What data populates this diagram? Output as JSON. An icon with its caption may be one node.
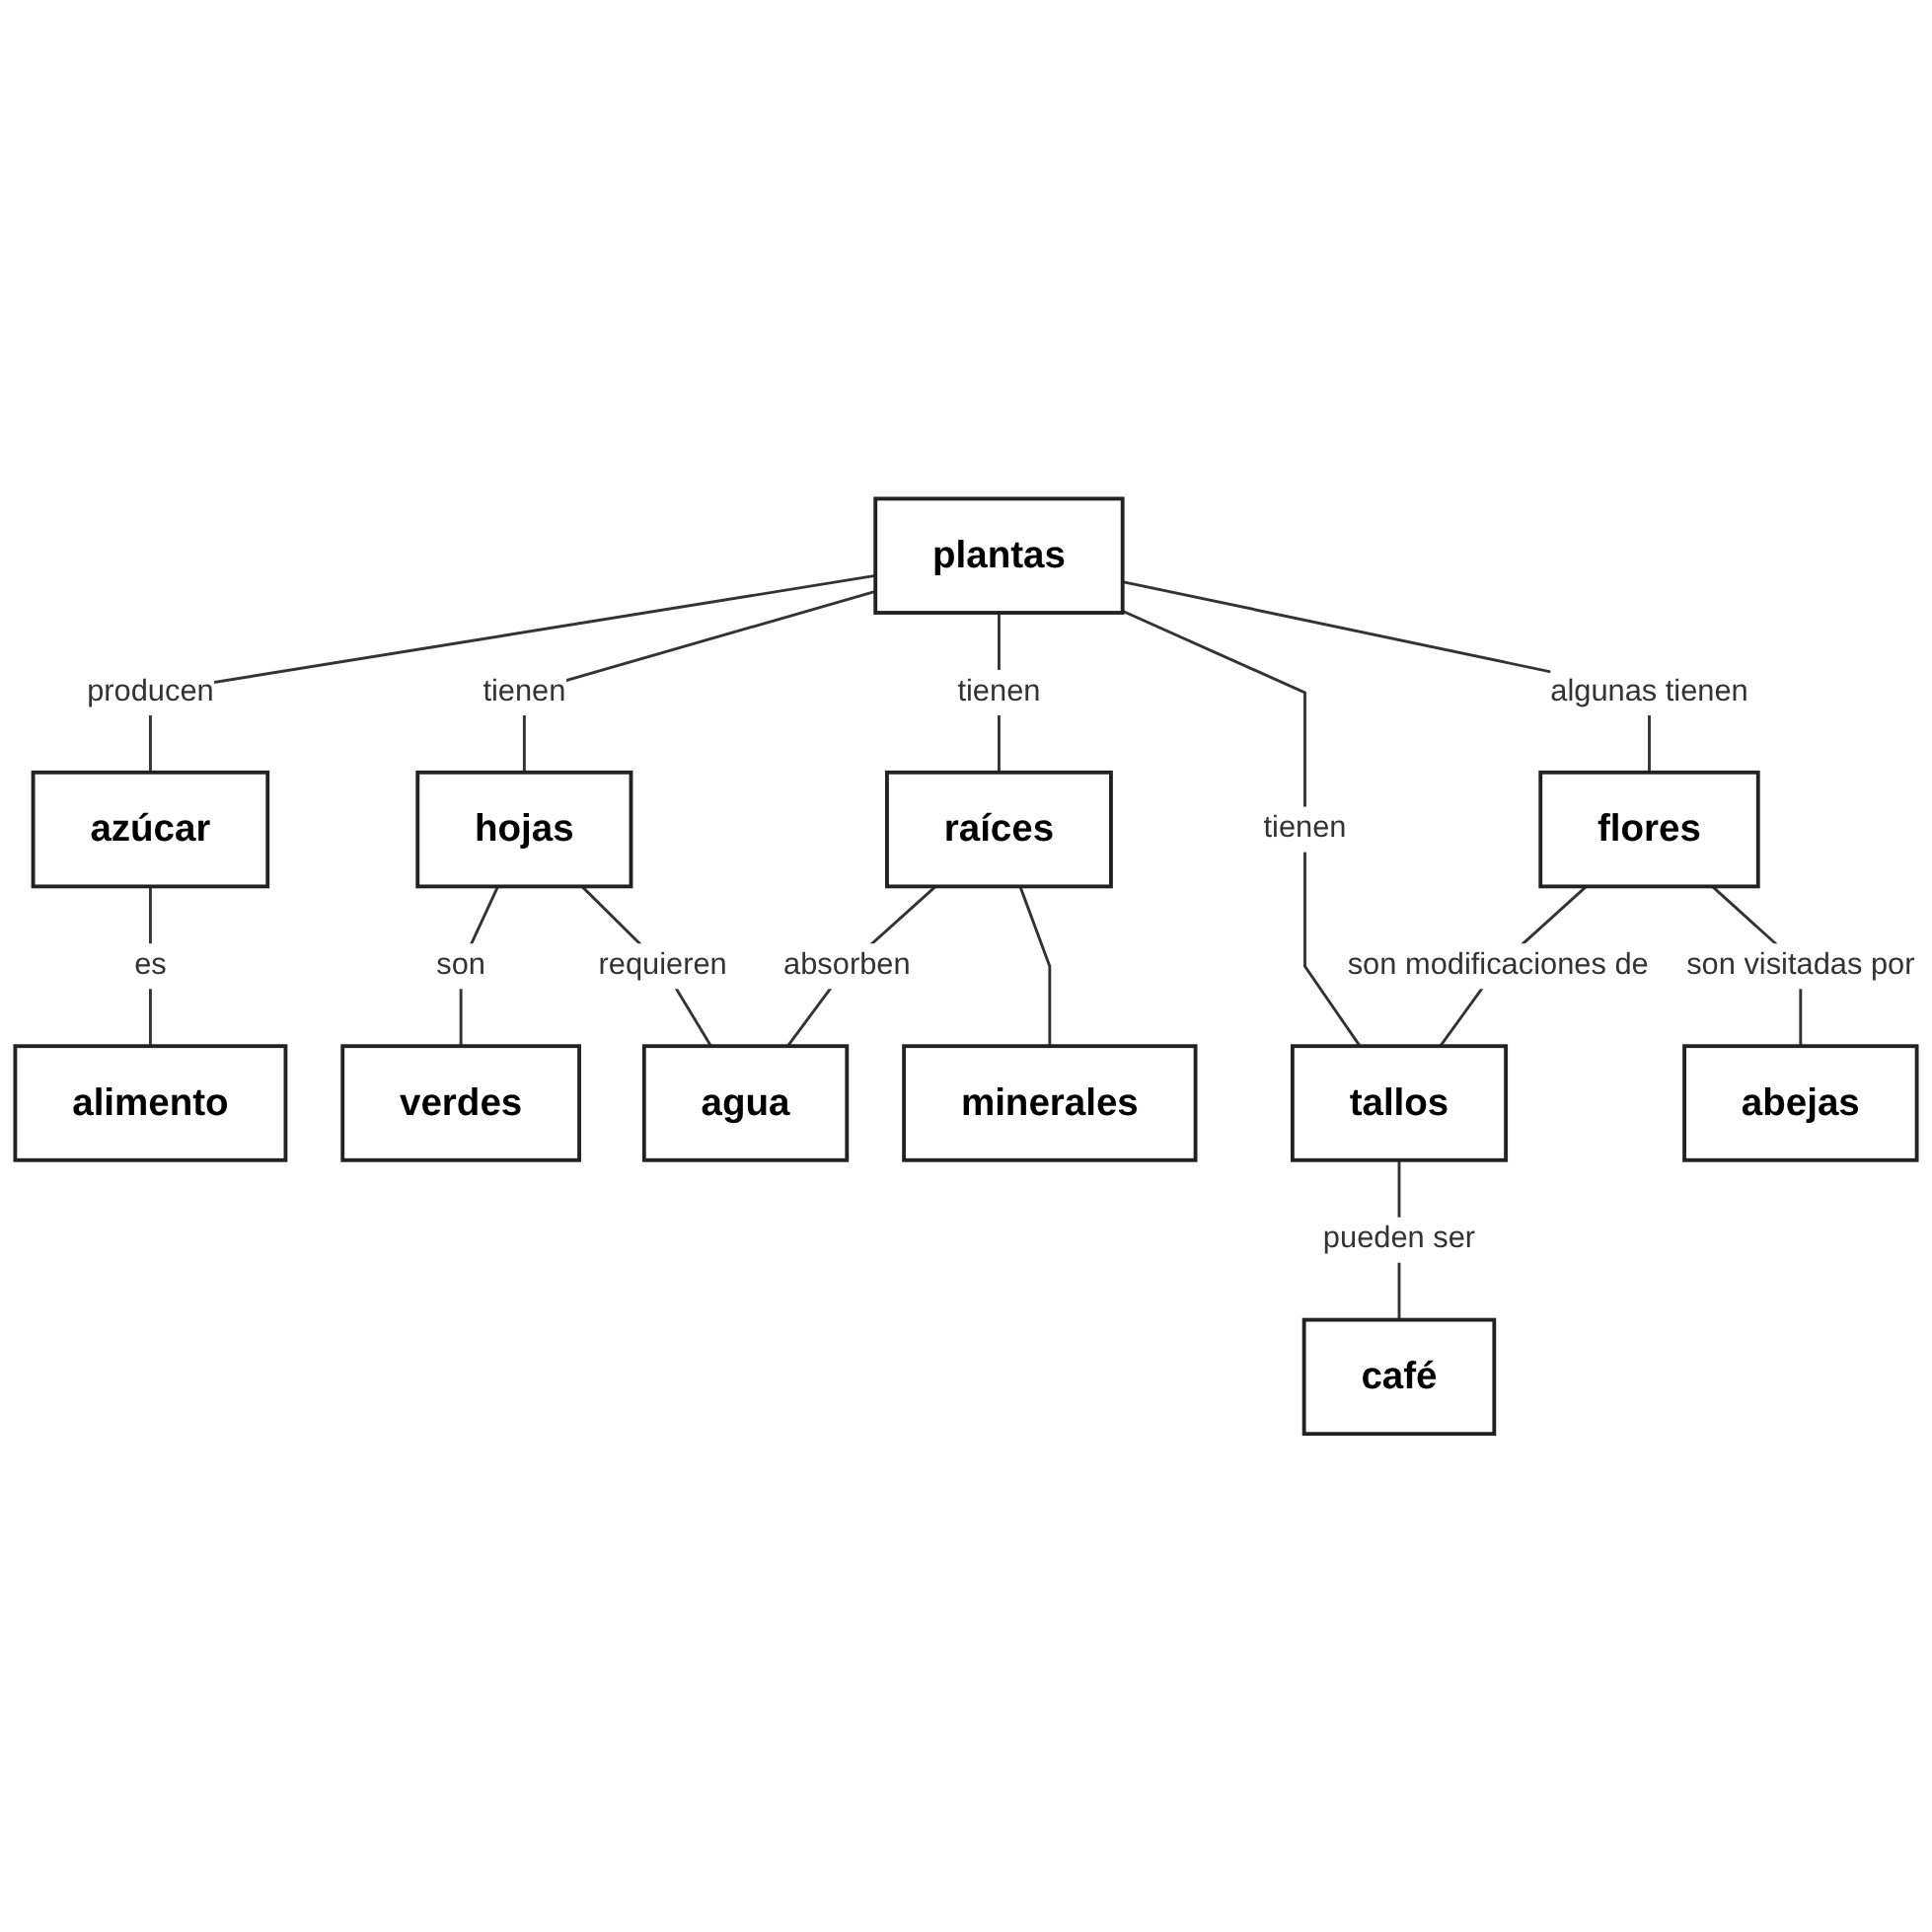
{
  "diagram": {
    "nodes": [
      {
        "text": [
          "plantas"
        ]
      },
      {
        "text": [
          "azúcar"
        ]
      },
      {
        "text": [
          "hojas"
        ]
      },
      {
        "text": [
          "raíces"
        ]
      },
      {
        "text": [
          "tallos"
        ]
      },
      {
        "text": [
          "flores"
        ]
      },
      {
        "text": [
          "alimento"
        ]
      },
      {
        "text": [
          "verdes"
        ]
      },
      {
        "text": [
          "agua"
        ]
      },
      {
        "text": [
          "minerales"
        ]
      },
      {
        "text": [
          "café"
        ]
      },
      {
        "text": [
          "abejas"
        ]
      }
    ],
    "edges": [
      {
        "from": 0,
        "to": 1,
        "arrow": "none",
        "label": "producen"
      },
      {
        "from": 0,
        "to": 2,
        "arrow": "none",
        "label": "tienen"
      },
      {
        "from": 0,
        "to": 3,
        "arrow": "none",
        "label": "tienen"
      },
      {
        "from": 0,
        "to": 4,
        "arrow": "none",
        "label": "tienen"
      },
      {
        "from": 0,
        "to": 5,
        "arrow": "none",
        "label": "algunas tienen"
      },
      {
        "from": 5,
        "to": 4,
        "arrow": "none",
        "label": "son modificaciones de"
      },
      {
        "from": 1,
        "to": 6,
        "arrow": "none",
        "label": "es"
      },
      {
        "from": 2,
        "to": 7,
        "arrow": "none",
        "label": "son"
      },
      {
        "from": 2,
        "to": 8,
        "arrow": "none",
        "label": "requieren"
      },
      {
        "from": 3,
        "to": 8,
        "arrow": "none",
        "label": "absorben"
      },
      {
        "from": 3,
        "to": 9,
        "arrow": "none"
      },
      {
        "from": 4,
        "to": 10,
        "arrow": "none",
        "label": "pueden ser"
      },
      {
        "from": 5,
        "to": 11,
        "arrow": "none",
        "label": "son visitadas por"
      }
    ]
  }
}
